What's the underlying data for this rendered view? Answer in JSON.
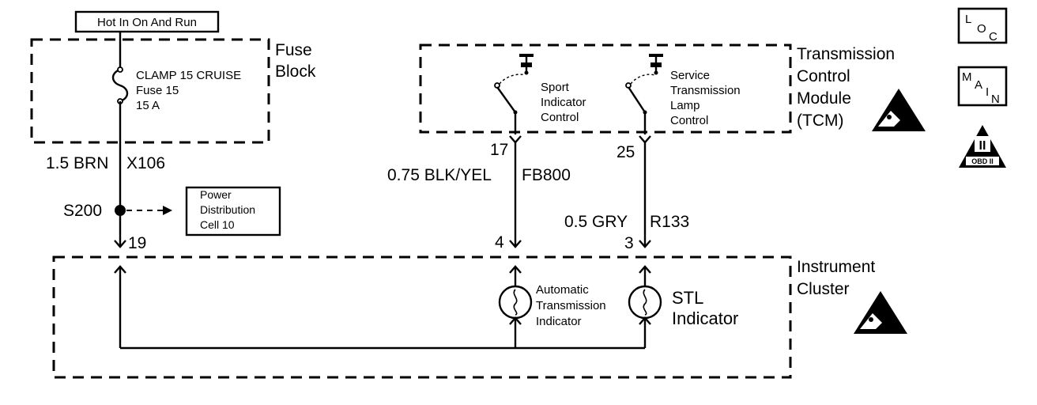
{
  "power_source": "Hot In On And Run",
  "fuse_block": {
    "title_line1": "Fuse",
    "title_line2": "Block",
    "fuse_line1": "CLAMP 15 CRUISE",
    "fuse_line2": "Fuse 15",
    "fuse_line3": "15 A"
  },
  "wires": {
    "brn": "1.5 BRN",
    "brn_circuit": "X106",
    "blk_yel": "0.75 BLK/YEL",
    "blk_yel_circuit": "FB800",
    "gry": "0.5 GRY",
    "gry_circuit": "R133"
  },
  "splice": {
    "label": "S200",
    "ref_line1": "Power",
    "ref_line2": "Distribution",
    "ref_line3": "Cell 10"
  },
  "pins": {
    "cluster_brn": "19",
    "tcm_sport": "17",
    "tcm_service": "25",
    "cluster_sport": "4",
    "cluster_stl": "3"
  },
  "tcm": {
    "title_line1": "Transmission",
    "title_line2": "Control",
    "title_line3": "Module",
    "title_line4": "(TCM)",
    "sport_line1": "Sport",
    "sport_line2": "Indicator",
    "sport_line3": "Control",
    "service_line1": "Service",
    "service_line2": "Transmission",
    "service_line3": "Lamp",
    "service_line4": "Control"
  },
  "cluster": {
    "title_line1": "Instrument",
    "title_line2": "Cluster",
    "auto_line1": "Automatic",
    "auto_line2": "Transmission",
    "auto_line3": "Indicator",
    "stl_line1": "STL",
    "stl_line2": "Indicator"
  },
  "icons": {
    "loc_l": "L",
    "loc_o": "O",
    "loc_c": "C",
    "main_m": "M",
    "main_a": "A",
    "main_i": "I",
    "main_n": "N",
    "obd_roman": "II",
    "obd_text": "OBD II"
  }
}
